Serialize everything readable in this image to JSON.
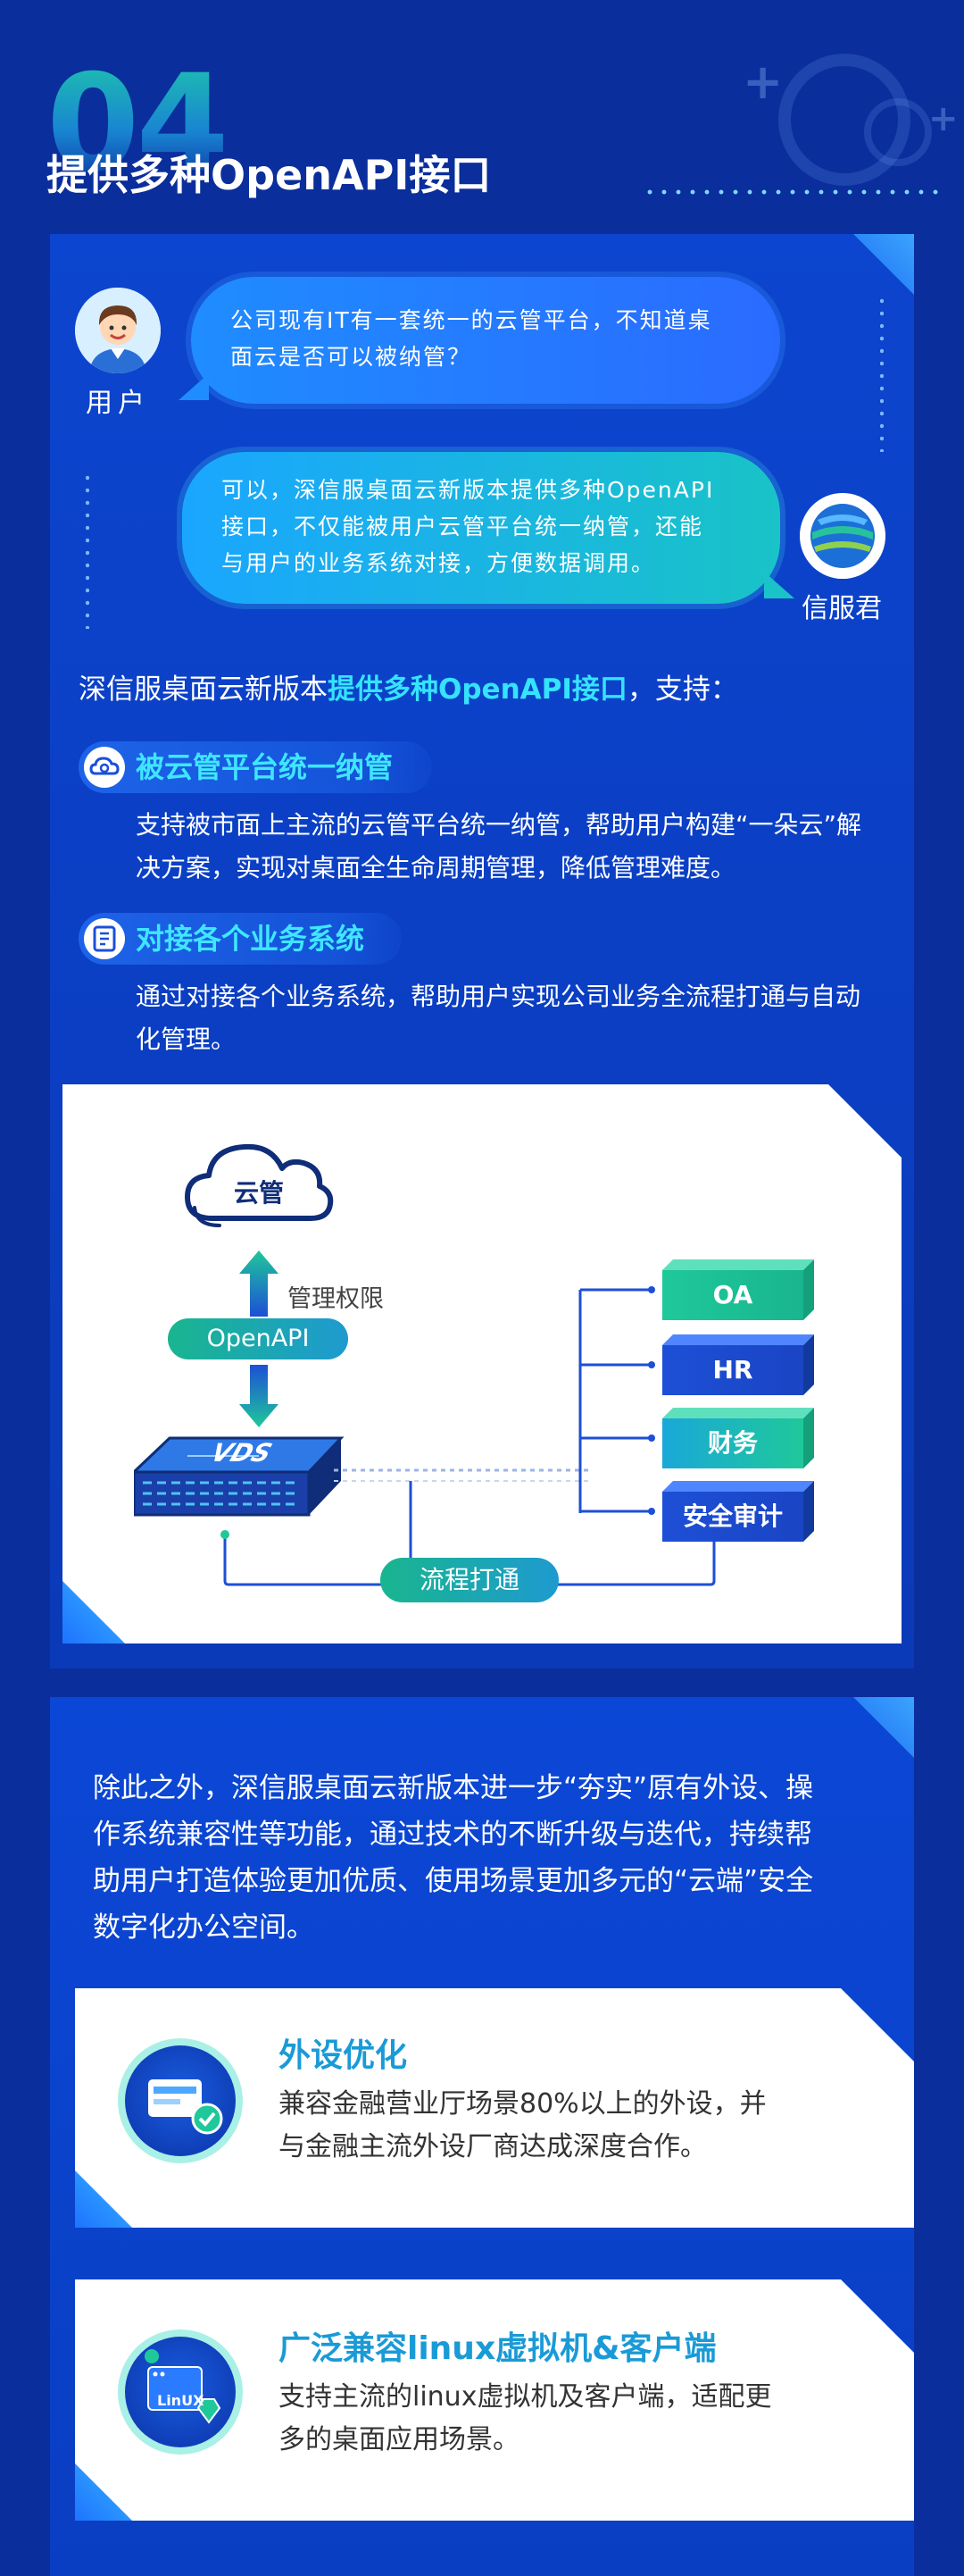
{
  "header": {
    "section_number": "04",
    "title": "提供多种OpenAPI接口"
  },
  "chat": {
    "user_label": "用户",
    "user_message_lines": [
      "公司现有IT有一套统一的云管平台，不知道桌",
      "面云是否可以被纳管？"
    ],
    "bot_label": "信服君",
    "bot_message_lines": [
      "可以，深信服桌面云新版本提供多种OpenAPI",
      "接口，不仅能被用户云管平台统一纳管，还能",
      "与用户的业务系统对接，方便数据调用。"
    ]
  },
  "intro": {
    "prefix": "深信服桌面云新版本",
    "highlight": "提供多种OpenAPI接口",
    "suffix": "，支持："
  },
  "features": [
    {
      "icon": "cloud-icon",
      "title": "被云管平台统一纳管",
      "desc_lines": [
        "支持被市面上主流的云管平台统一纳管，帮助用户构建“一朵云”解",
        "决方案，实现对桌面全生命周期管理，降低管理难度。"
      ]
    },
    {
      "icon": "document-icon",
      "title": "对接各个业务系统",
      "desc_lines": [
        "通过对接各个业务系统，帮助用户实现公司业务全流程打通与自动",
        "化管理。"
      ]
    }
  ],
  "diagram": {
    "cloud_label": "云管",
    "permission_label": "管理权限",
    "api_label": "OpenAPI",
    "server_label": "VDS",
    "flow_label": "流程打通",
    "systems": [
      "OA",
      "HR",
      "财务",
      "安全审计"
    ],
    "colors": {
      "teal": "#1fc89a",
      "blue": "#1d4fd6",
      "navy": "#0f2d78",
      "cloud_stroke": "#0f2d78"
    }
  },
  "section2": {
    "paragraph_lines": [
      "除此之外，深信服桌面云新版本进一步“夯实”原有外设、操",
      "作系统兼容性等功能，通过技术的不断升级与迭代，持续帮",
      "助用户打造体验更加优质、使用场景更加多元的“云端”安全",
      "数字化办公空间。"
    ],
    "cards": [
      {
        "icon": "peripheral-icon",
        "title": "外设优化",
        "desc_lines": [
          "兼容金融营业厅场景80%以上的外设，并",
          "与金融主流外设厂商达成深度合作。"
        ]
      },
      {
        "icon": "linux-icon",
        "icon_text": "LinUX",
        "title": "广泛兼容linux虚拟机&客户端",
        "desc_lines": [
          "支持主流的linux虚拟机及客户端，适配更",
          "多的桌面应用场景。"
        ]
      }
    ]
  }
}
